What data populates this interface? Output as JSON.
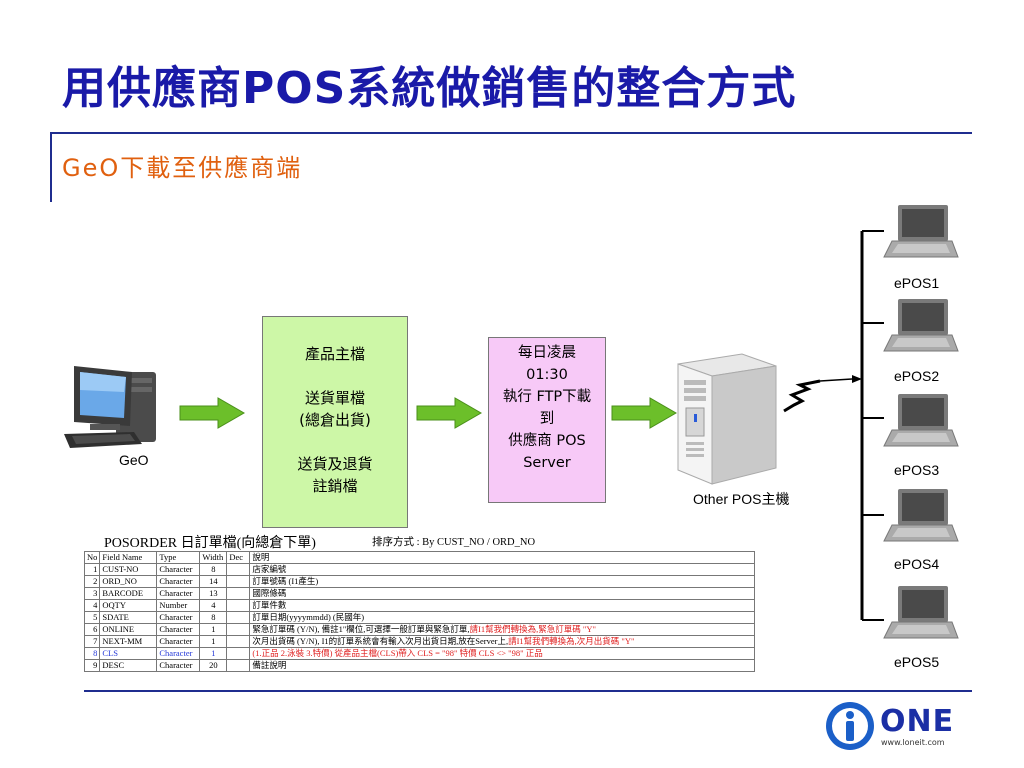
{
  "title": "用供應商POS系統做銷售的整合方式",
  "subtitle": "GeO下載至供應商端",
  "nodes": {
    "geo_label": "GeO",
    "server_label": "Other POS主機",
    "epos": [
      "ePOS1",
      "ePOS2",
      "ePOS3",
      "ePOS4",
      "ePOS5"
    ]
  },
  "green_box": {
    "line1": "產品主檔",
    "line2": "送貨單檔",
    "line3": "(總倉出貨)",
    "line4": "送貨及退貨",
    "line5": "註銷檔"
  },
  "pink_box": {
    "line1": "每日凌晨",
    "line2": "01:30",
    "line3": "執行 FTP下載",
    "line4": "到",
    "line5": "供應商 POS",
    "line6": "Server"
  },
  "table": {
    "title": "POSORDER  日訂單檔(向總倉下單)",
    "sort_label": "排序方式 : By   CUST_NO / ORD_NO",
    "headers": [
      "No",
      "Field Name",
      "Type",
      "Width",
      "Dec",
      "說明"
    ],
    "rows": [
      {
        "no": "1",
        "field": "CUST-NO",
        "type": "Character",
        "width": "8",
        "dec": "",
        "desc": "店家編號",
        "desc_red": ""
      },
      {
        "no": "2",
        "field": "ORD_NO",
        "type": "Character",
        "width": "14",
        "dec": "",
        "desc": "訂單號碼 (I1產生)",
        "desc_red": ""
      },
      {
        "no": "3",
        "field": "BARCODE",
        "type": "Character",
        "width": "13",
        "dec": "",
        "desc": "國際條碼",
        "desc_red": ""
      },
      {
        "no": "4",
        "field": "OQTY",
        "type": "Number",
        "width": "4",
        "dec": "",
        "desc": "訂單件數",
        "desc_red": ""
      },
      {
        "no": "5",
        "field": "SDATE",
        "type": "Character",
        "width": "8",
        "dec": "",
        "desc": "訂單日期(yyyymmdd) (民國年)",
        "desc_red": ""
      },
      {
        "no": "6",
        "field": "ONLINE",
        "type": "Character",
        "width": "1",
        "dec": "",
        "desc": "緊急訂單碼 (Y/N), 備註1\"欄位,可選擇一般訂單與緊急訂單,",
        "desc_red": "請I1幫我們轉換為,緊急訂單碼 \"Y\""
      },
      {
        "no": "7",
        "field": "NEXT-MM",
        "type": "Character",
        "width": "1",
        "dec": "",
        "desc": "次月出貨碼 (Y/N), I1的訂單系統會有輸入次月出貨日期,放在Server上,",
        "desc_red": "請I1幫我們轉換為,次月出貨碼 \"Y\""
      },
      {
        "no": "8",
        "field": "CLS",
        "type": "Character",
        "width": "1",
        "dec": "",
        "desc": "",
        "desc_red": "(1.正品  2.泳裝  3.特價) 從產品主檔(CLS)帶入   CLS = \"98\" 特價  CLS <> \"98\" 正品"
      },
      {
        "no": "9",
        "field": "DESC",
        "type": "Character",
        "width": "20",
        "dec": "",
        "desc": "備註說明",
        "desc_red": ""
      }
    ]
  },
  "logo": {
    "text": "ONE",
    "url": "www.loneit.com"
  },
  "colors": {
    "title": "#1a1aa8",
    "subtitle": "#e0600f",
    "green_box": "#cdf7a7",
    "pink_box": "#f7c9f7",
    "arrow": "#6cbf2a",
    "rule": "#1f2d8f"
  }
}
